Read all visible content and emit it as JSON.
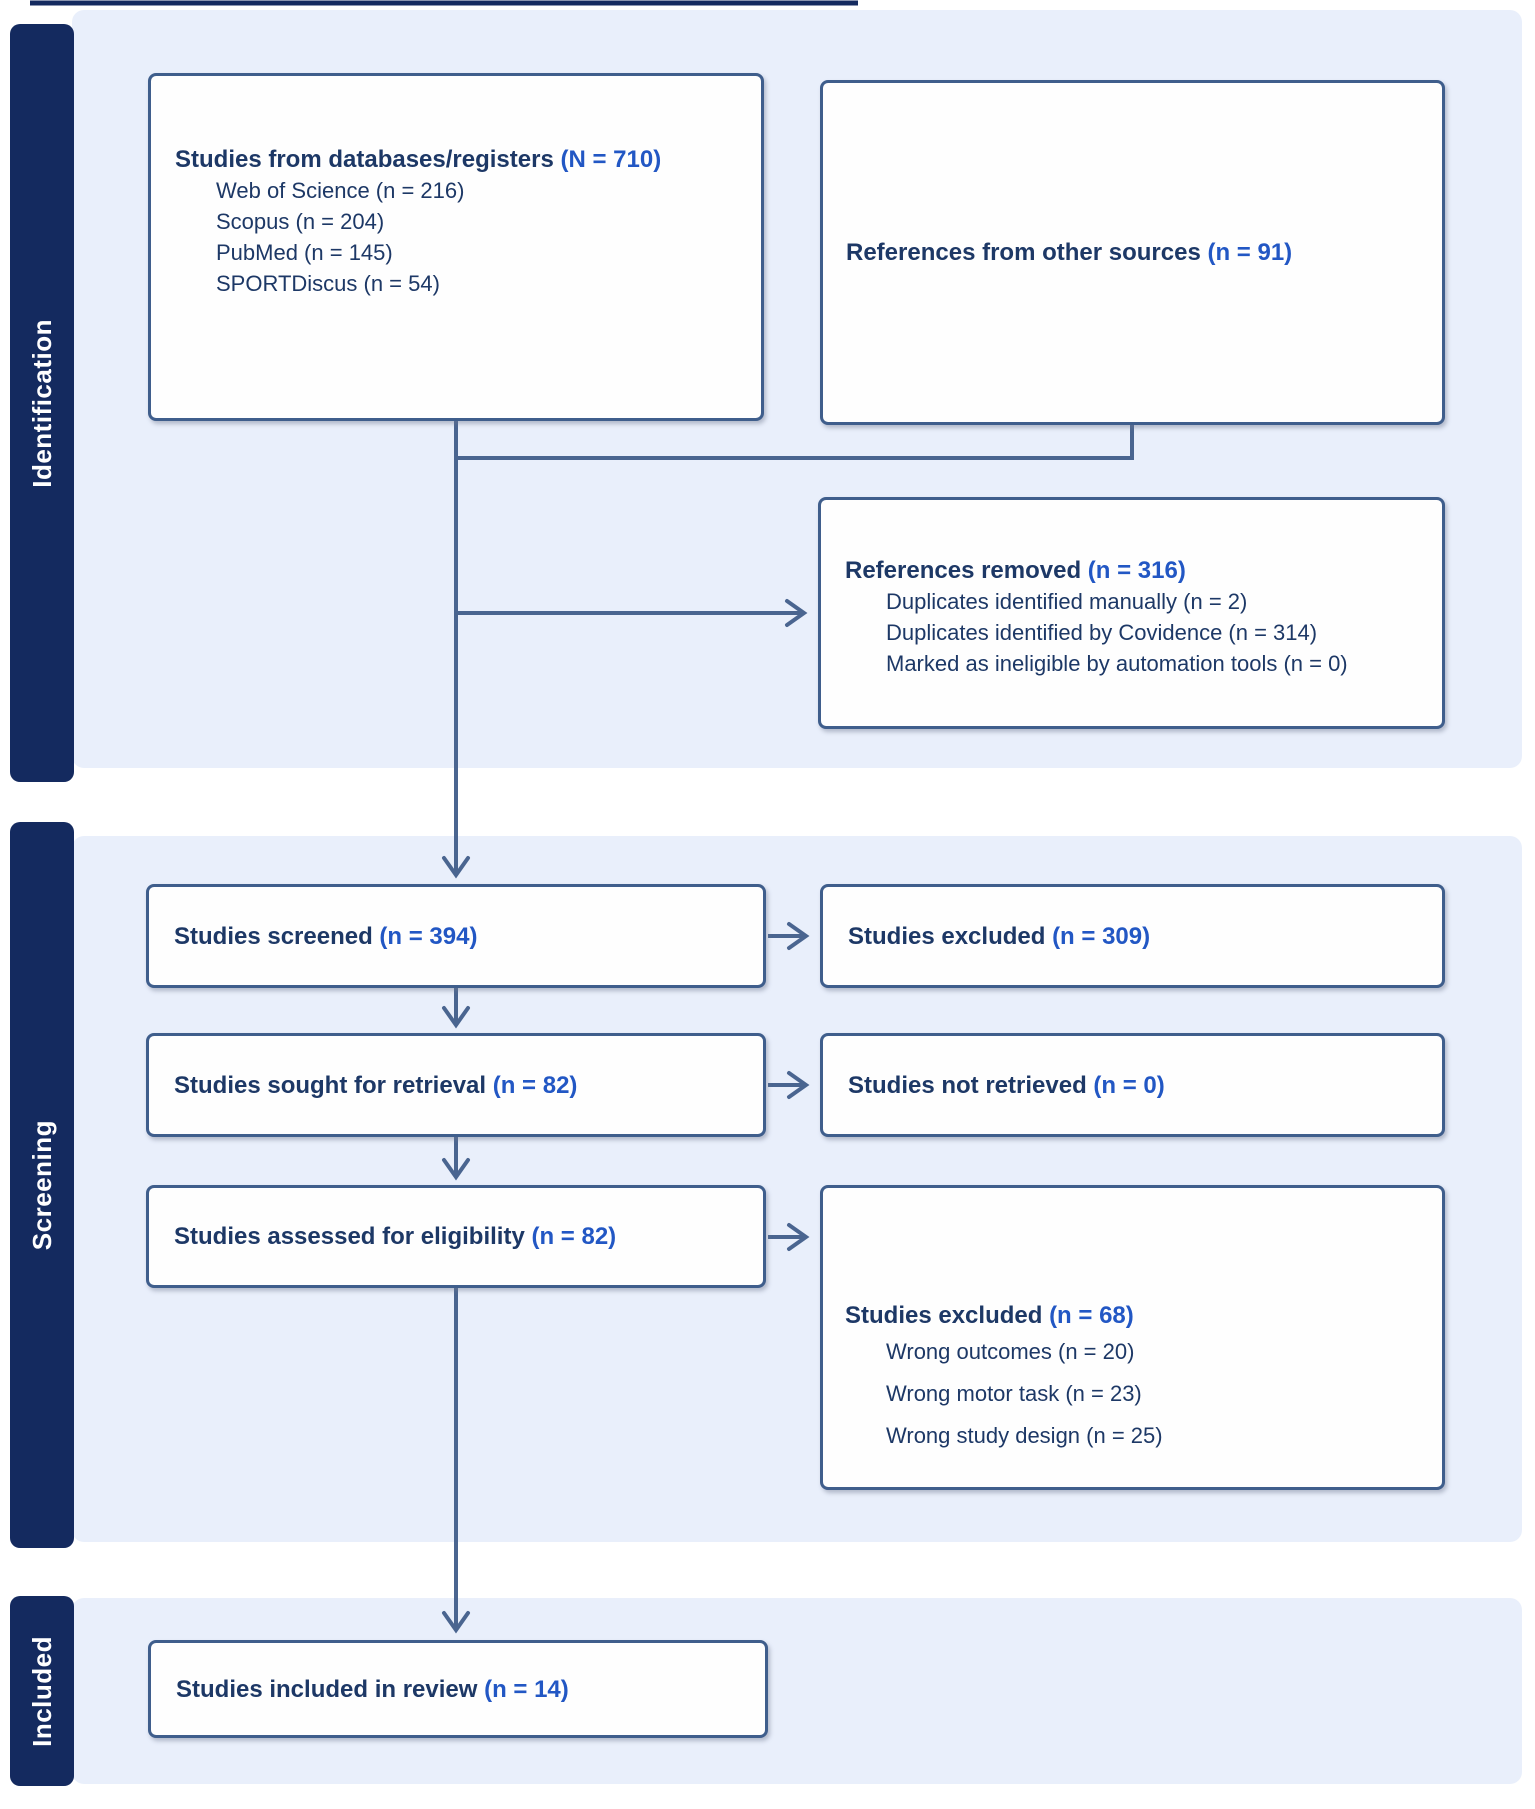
{
  "colors": {
    "navy": "#142a5f",
    "band": "#e9effb",
    "box_border": "#3f5e8c",
    "text_dark": "#1d3866",
    "count_blue": "#2257c4",
    "connector": "#4a6590"
  },
  "sections": {
    "identification": {
      "label": "Identification"
    },
    "screening": {
      "label": "Screening"
    },
    "included": {
      "label": "Included"
    }
  },
  "boxes": {
    "databases": {
      "label": "Studies from databases/registers",
      "count": "(N = 710)",
      "items": [
        "Web of Science (n = 216)",
        "Scopus (n = 204)",
        "PubMed (n = 145)",
        "SPORTDiscus (n = 54)"
      ]
    },
    "other_sources": {
      "label": "References from other sources",
      "count": "(n = 91)"
    },
    "references_removed": {
      "label": "References removed",
      "count": "(n = 316)",
      "items": [
        "Duplicates identified manually (n = 2)",
        "Duplicates identified by Covidence (n = 314)",
        "Marked as ineligible by automation tools (n = 0)"
      ]
    },
    "screened": {
      "label": "Studies screened",
      "count": "(n = 394)"
    },
    "excluded_screening": {
      "label": "Studies excluded",
      "count": "(n = 309)"
    },
    "sought": {
      "label": "Studies sought for retrieval",
      "count": "(n = 82)"
    },
    "not_retrieved": {
      "label": "Studies not retrieved",
      "count": "(n = 0)"
    },
    "assessed": {
      "label": "Studies assessed for eligibility",
      "count": "(n = 82)"
    },
    "excluded_eligibility": {
      "label": "Studies excluded",
      "count": "(n = 68)",
      "items": [
        "Wrong outcomes (n = 20)",
        "Wrong motor task (n = 23)",
        "Wrong study design (n = 25)"
      ]
    },
    "included_review": {
      "label": "Studies included in review",
      "count": "(n = 14)"
    }
  }
}
